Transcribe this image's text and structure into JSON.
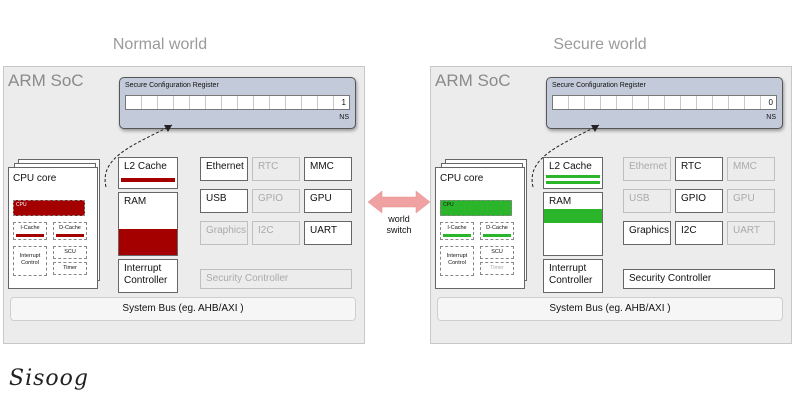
{
  "colors": {
    "normal_accent": "#a40000",
    "secure_accent": "#2bb52b",
    "arrow": "#f0a2a2"
  },
  "normal": {
    "title": "Normal world",
    "soc": "ARM SoC",
    "scr_title": "Secure Configuration Register",
    "scr_value": "1",
    "scr_ns": "NS",
    "cpu": {
      "title": "CPU core",
      "cpu": "CPU",
      "icache": "I-Cache",
      "dcache": "D-Cache",
      "interrupt": "Interrupt Control",
      "scu": "SCU",
      "timer": "Timer"
    },
    "l2": "L2 Cache",
    "ram": "RAM",
    "intc": "Interrupt Controller",
    "periph": {
      "ethernet": "Ethernet",
      "rtc": "RTC",
      "mmc": "MMC",
      "usb": "USB",
      "gpio": "GPIO",
      "gpu": "GPU",
      "graphics": "Graphics",
      "i2c": "I2C",
      "uart": "UART"
    },
    "sec_ctrl": "Security Controller",
    "bus": "System Bus (eg. AHB/AXI )"
  },
  "secure": {
    "title": "Secure world",
    "soc": "ARM SoC",
    "scr_title": "Secure Configuration Register",
    "scr_value": "0",
    "scr_ns": "NS",
    "cpu": {
      "title": "CPU core",
      "cpu": "CPU",
      "icache": "I-Cache",
      "dcache": "D-Cache",
      "interrupt": "Interrupt Control",
      "scu": "SCU",
      "timer": "Timer"
    },
    "l2": "L2 Cache",
    "ram": "RAM",
    "intc": "Interrupt Controller",
    "periph": {
      "ethernet": "Ethernet",
      "rtc": "RTC",
      "mmc": "MMC",
      "usb": "USB",
      "gpio": "GPIO",
      "gpu": "GPU",
      "graphics": "Graphics",
      "i2c": "I2C",
      "uart": "UART"
    },
    "sec_ctrl": "Security Controller",
    "bus": "System Bus (eg. AHB/AXI )"
  },
  "switch_label_1": "world",
  "switch_label_2": "switch",
  "logo": "Sisoog"
}
